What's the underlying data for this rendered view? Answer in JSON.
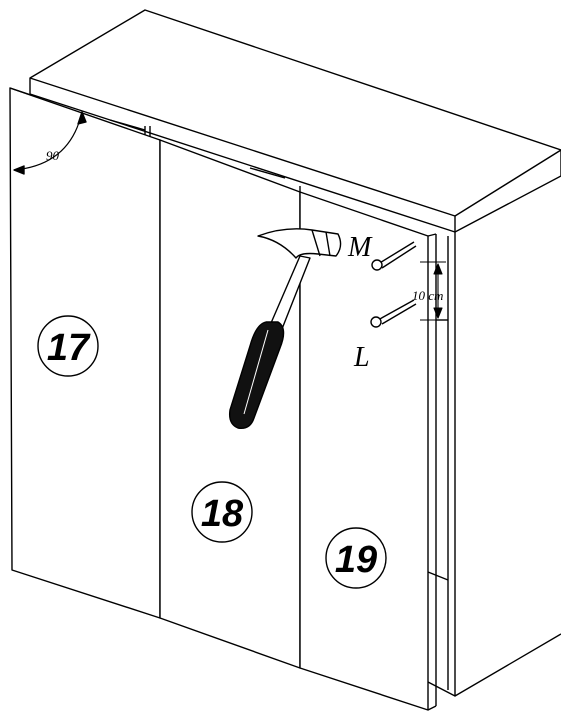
{
  "diagram": {
    "panels": [
      {
        "number": "17"
      },
      {
        "number": "18"
      },
      {
        "number": "19"
      }
    ],
    "angle_label": "90",
    "nail_labels": {
      "upper": "M",
      "lower": "L"
    },
    "spacing_label": "10 cm"
  },
  "colors": {
    "line": "#000000",
    "panel_fill": "#ffffff",
    "hammer_grip": "#111111"
  }
}
